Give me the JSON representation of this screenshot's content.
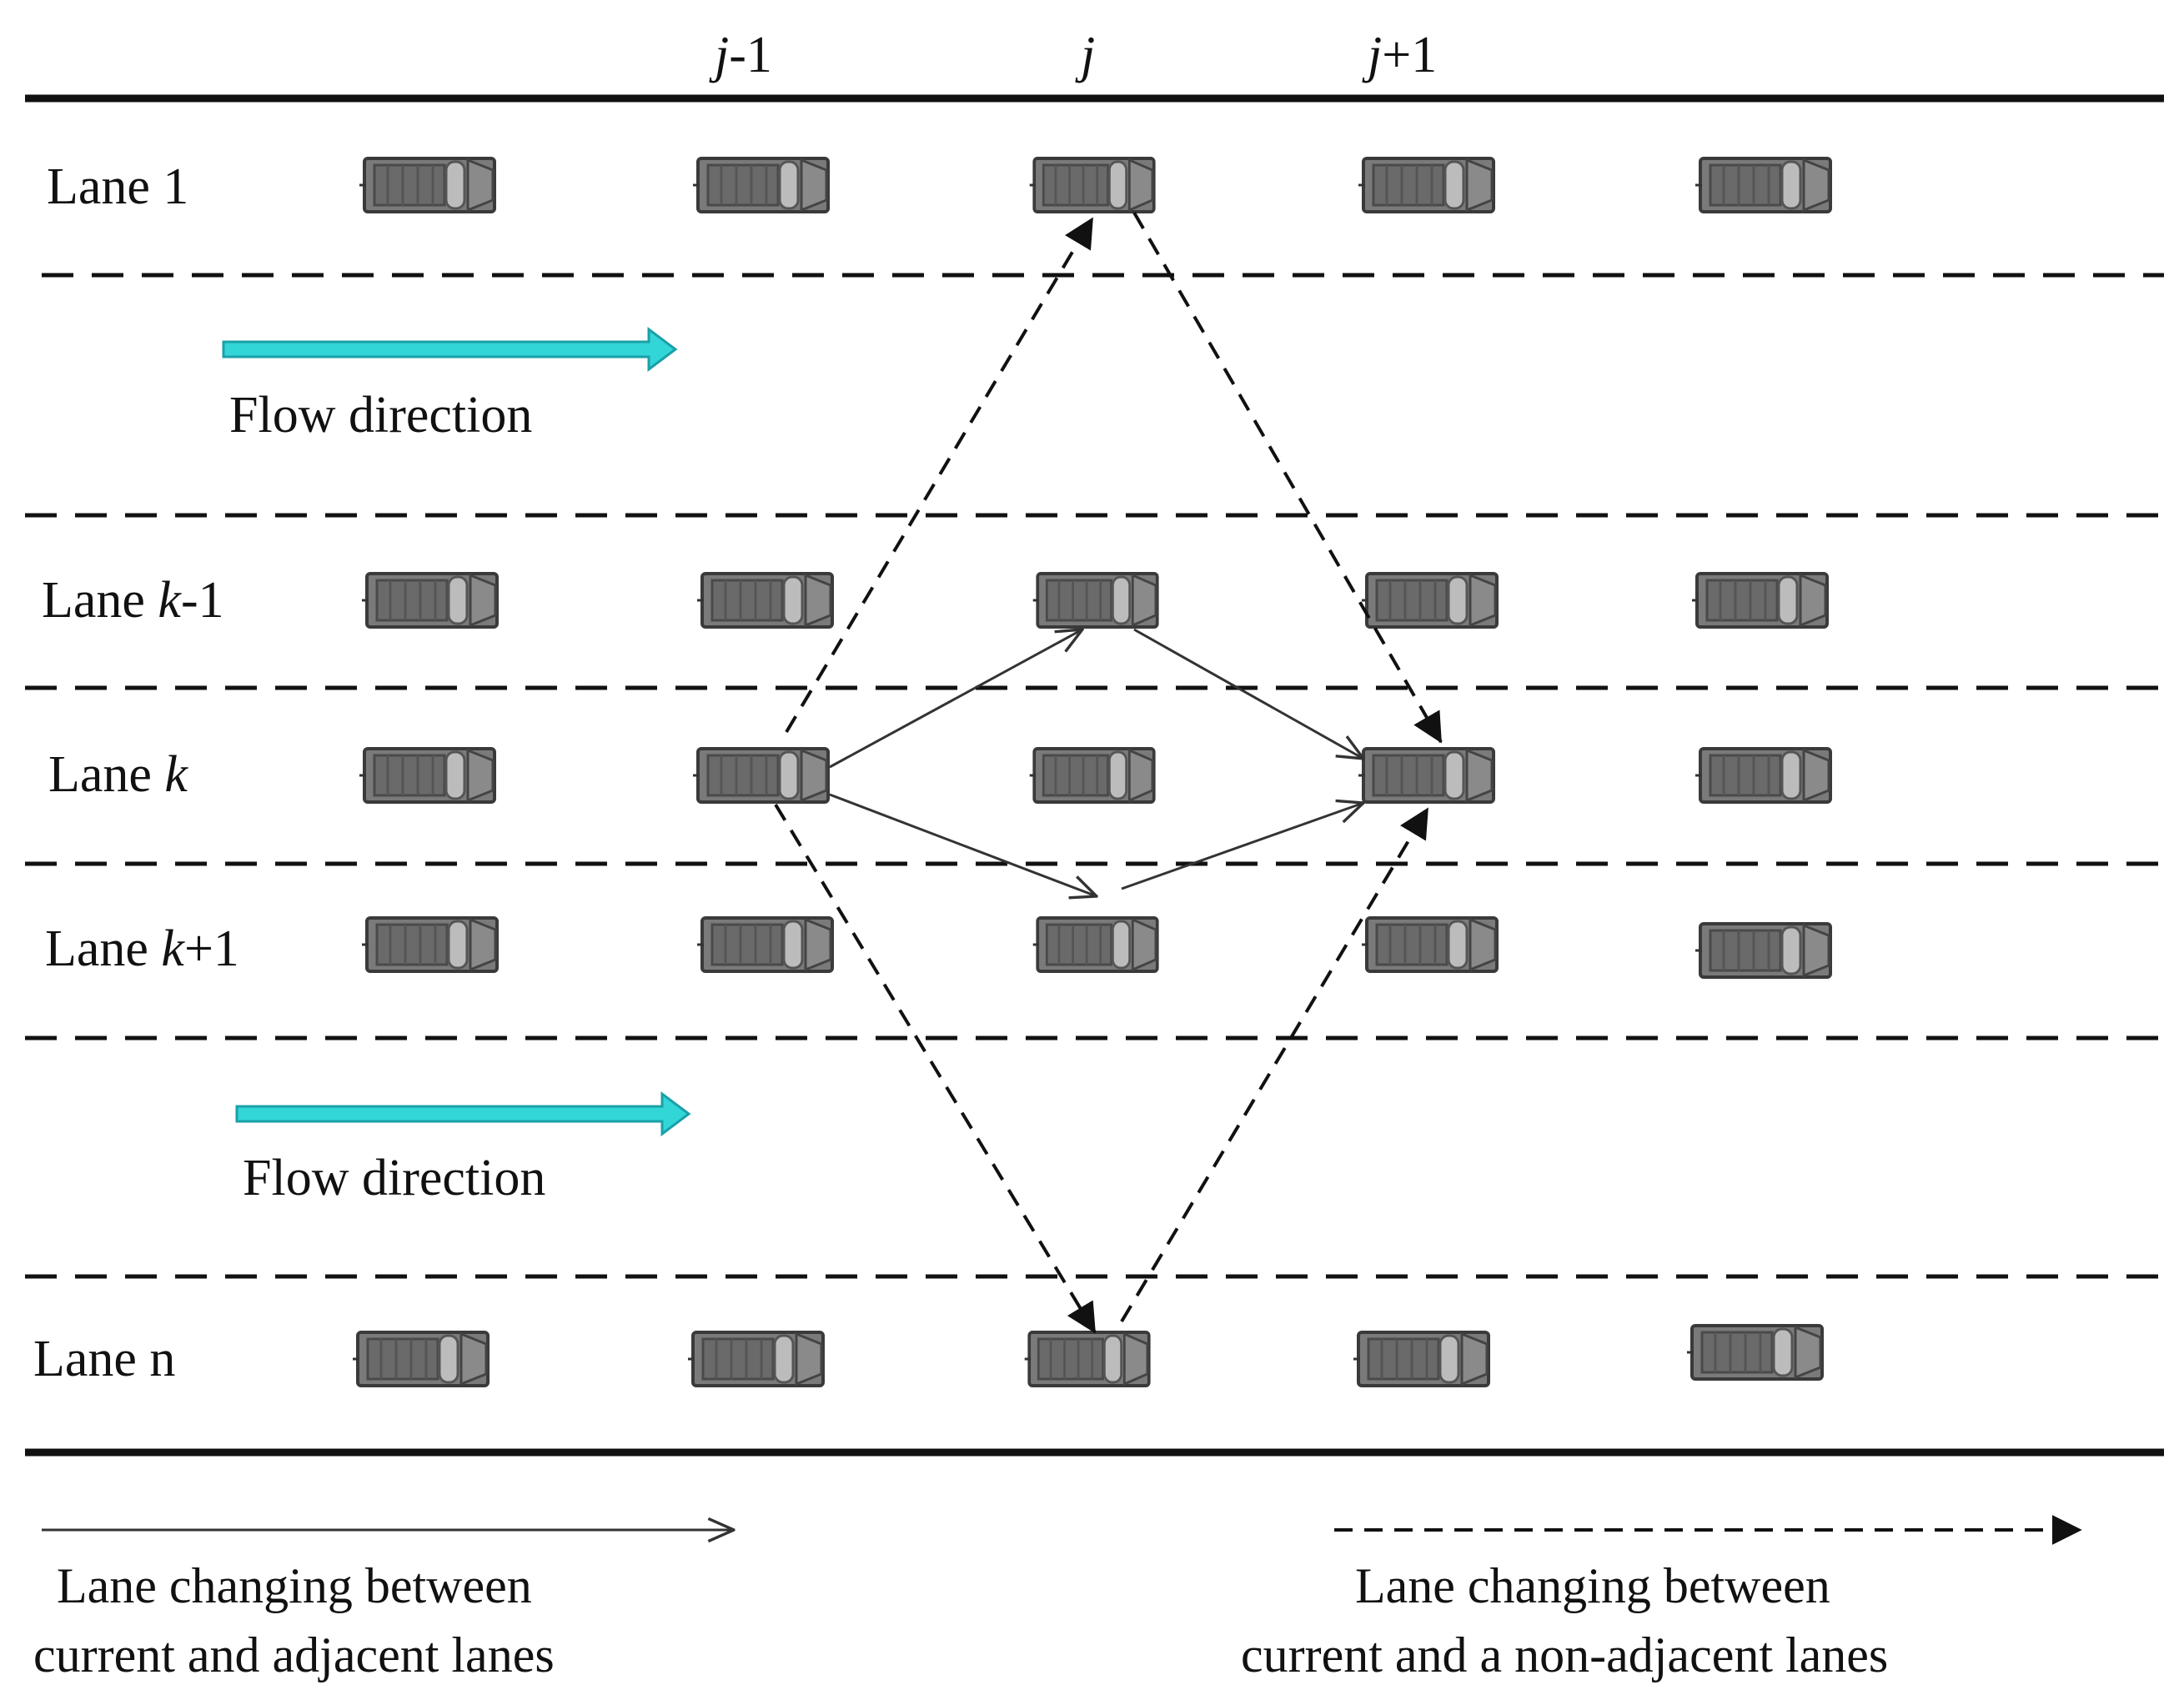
{
  "column_labels": [
    {
      "pre": "j",
      "post": "-1"
    },
    {
      "pre": "j",
      "post": ""
    },
    {
      "pre": "j",
      "post": "+1"
    }
  ],
  "lanes": [
    {
      "pre": "Lane 1",
      "var": "",
      "post": ""
    },
    {
      "pre": "Lane ",
      "var": "k",
      "post": "-1"
    },
    {
      "pre": "Lane ",
      "var": "k",
      "post": ""
    },
    {
      "pre": "Lane ",
      "var": "k",
      "post": "+1"
    },
    {
      "pre": "Lane n",
      "var": "",
      "post": ""
    }
  ],
  "flow_label": "Flow direction",
  "legend": {
    "adjacent": [
      "Lane changing  between",
      "current and adjacent lanes"
    ],
    "non_adjacent": [
      "Lane changing between",
      "current and a non-adjacent lanes"
    ]
  },
  "colors": {
    "flow_arrow": "#33d6d6",
    "flow_arrow_edge": "#1aa0a8",
    "car_body": "#7a7a7a",
    "car_outline": "#3a3a3a",
    "road_line": "#111111"
  },
  "icons": {
    "vehicle": "car-icon",
    "flow": "flow-direction-arrow-icon"
  }
}
